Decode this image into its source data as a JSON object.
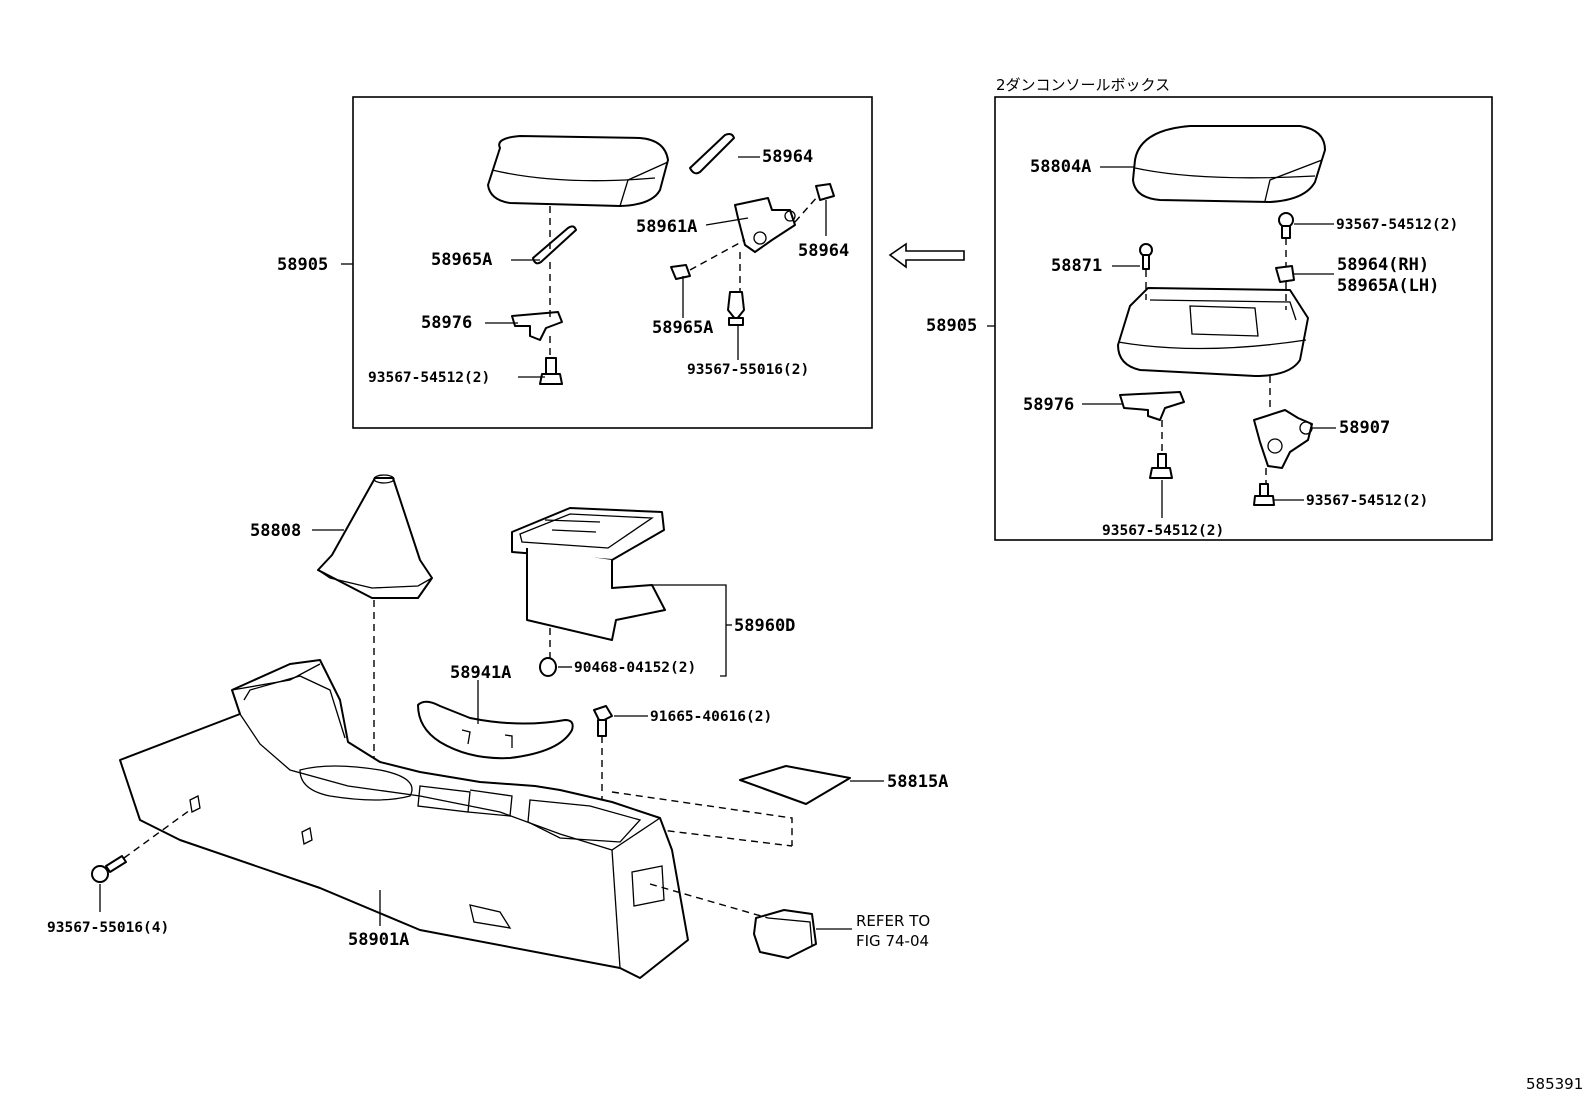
{
  "inset_left": {
    "callout": "58905",
    "parts": [
      "58964",
      "58961A",
      "58964",
      "58965A",
      "58965A",
      "58976",
      "93567-54512(2)",
      "93567-55016(2)"
    ]
  },
  "inset_right": {
    "title": "2ダンコンソールボックス",
    "callout": "58905",
    "parts": [
      "58804A",
      "93567-54512(2)",
      "58871",
      "58964(RH)",
      "58965A(LH)",
      "58976",
      "58907",
      "93567-54512(2)",
      "93567-54512(2)"
    ]
  },
  "main": {
    "parts": [
      "58808",
      "58960D",
      "90468-04152(2)",
      "58941A",
      "91665-40616(2)",
      "58815A",
      "93567-55016(4)",
      "58901A"
    ],
    "refer_line1": "REFER TO",
    "refer_line2": "FIG 74-04"
  },
  "diagram_id": "585391",
  "icons": [
    "arrow-left-icon"
  ]
}
